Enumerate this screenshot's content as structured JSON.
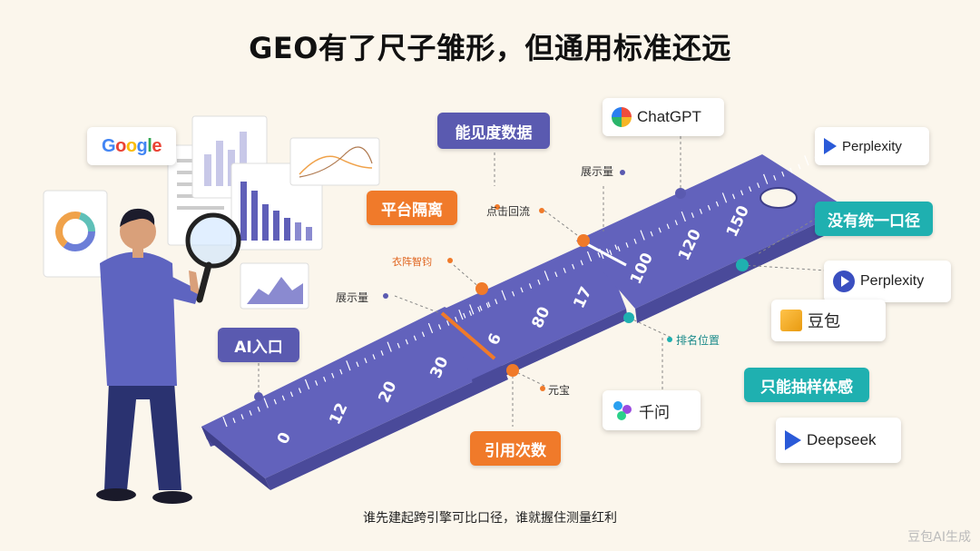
{
  "title": "GEO有了尺子雏形，但通用标准还远",
  "tags": {
    "visibility": "能见度数据",
    "platform_isolation": "平台隔离",
    "ai_entry": "AI入口",
    "citation_count": "引用次数",
    "no_standard": "没有统一口径",
    "sampling_only": "只能抽样体感"
  },
  "labels": {
    "impressions_top": "展示量",
    "click_return": "点击回流",
    "impressions_left": "展示量",
    "app_blur": "衣阵智钧",
    "yuanbao": "元宝",
    "ranking": "排名位置"
  },
  "ruler": {
    "ticks": [
      "0",
      "12",
      "20",
      "30",
      "6",
      "80",
      "17",
      "100",
      "120",
      "150"
    ]
  },
  "platforms": {
    "google": "Google",
    "chatgpt": "ChatGPT",
    "perplexity_top": "Perplexity",
    "perplexity_mid": "Perplexity",
    "doubao": "豆包",
    "qianwen": "千问",
    "deepseek": "Deepseek"
  },
  "footer": "谁先建起跨引擎可比口径，谁就握住测量红利",
  "watermark": "豆包AI生成",
  "colors": {
    "ruler": "#5f5fb8",
    "ruler_dark": "#4a4a9a",
    "orange": "#f07a2a",
    "teal": "#1fb0b0",
    "purple_tag": "#5a5ab0",
    "google_blue": "#4285f4",
    "google_red": "#ea4335",
    "google_yellow": "#fbbc05",
    "google_green": "#34a853"
  }
}
